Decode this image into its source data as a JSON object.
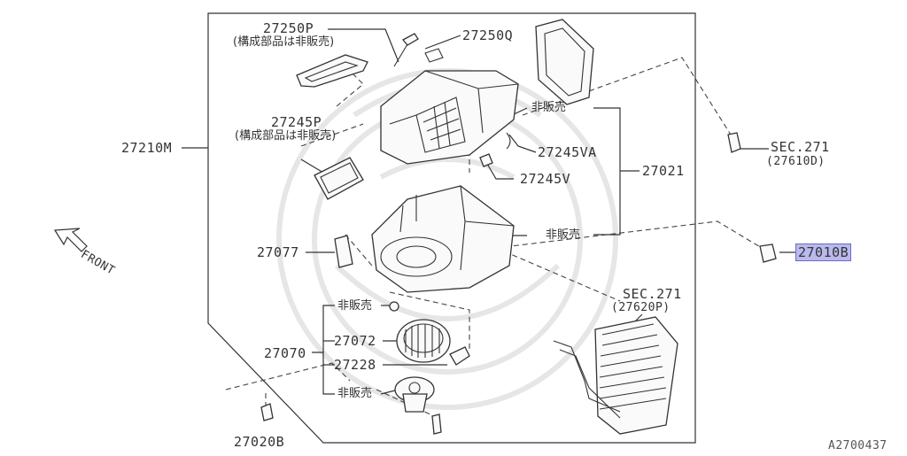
{
  "diagram": {
    "watermark_color": "#e6e6e6",
    "highlight_color": "#b9b9ee",
    "front_label": "FRONT",
    "image_code": "A2700437",
    "labels": {
      "p27250P": "27250P",
      "p27250P_note": "(構成部品は非販売)",
      "p27250Q": "27250Q",
      "p27245P": "27245P",
      "p27245P_note": "(構成部品は非販売)",
      "p27210M": "27210M",
      "hibanbai_1": "非販売",
      "p27245VA": "27245VA",
      "p27245V": "27245V",
      "p27021": "27021",
      "sec271_a": "SEC.271",
      "sec271_a_ref": "(27610D)",
      "hibanbai_2": "非販売",
      "p27077": "27077",
      "p27010B": "27010B",
      "sec271_b": "SEC.271",
      "sec271_b_ref": "(27620P)",
      "hibanbai_3": "非販売",
      "p27072": "27072",
      "p27070": "27070",
      "p27228": "27228",
      "hibanbai_4": "非販売",
      "p27020B": "27020B"
    }
  }
}
